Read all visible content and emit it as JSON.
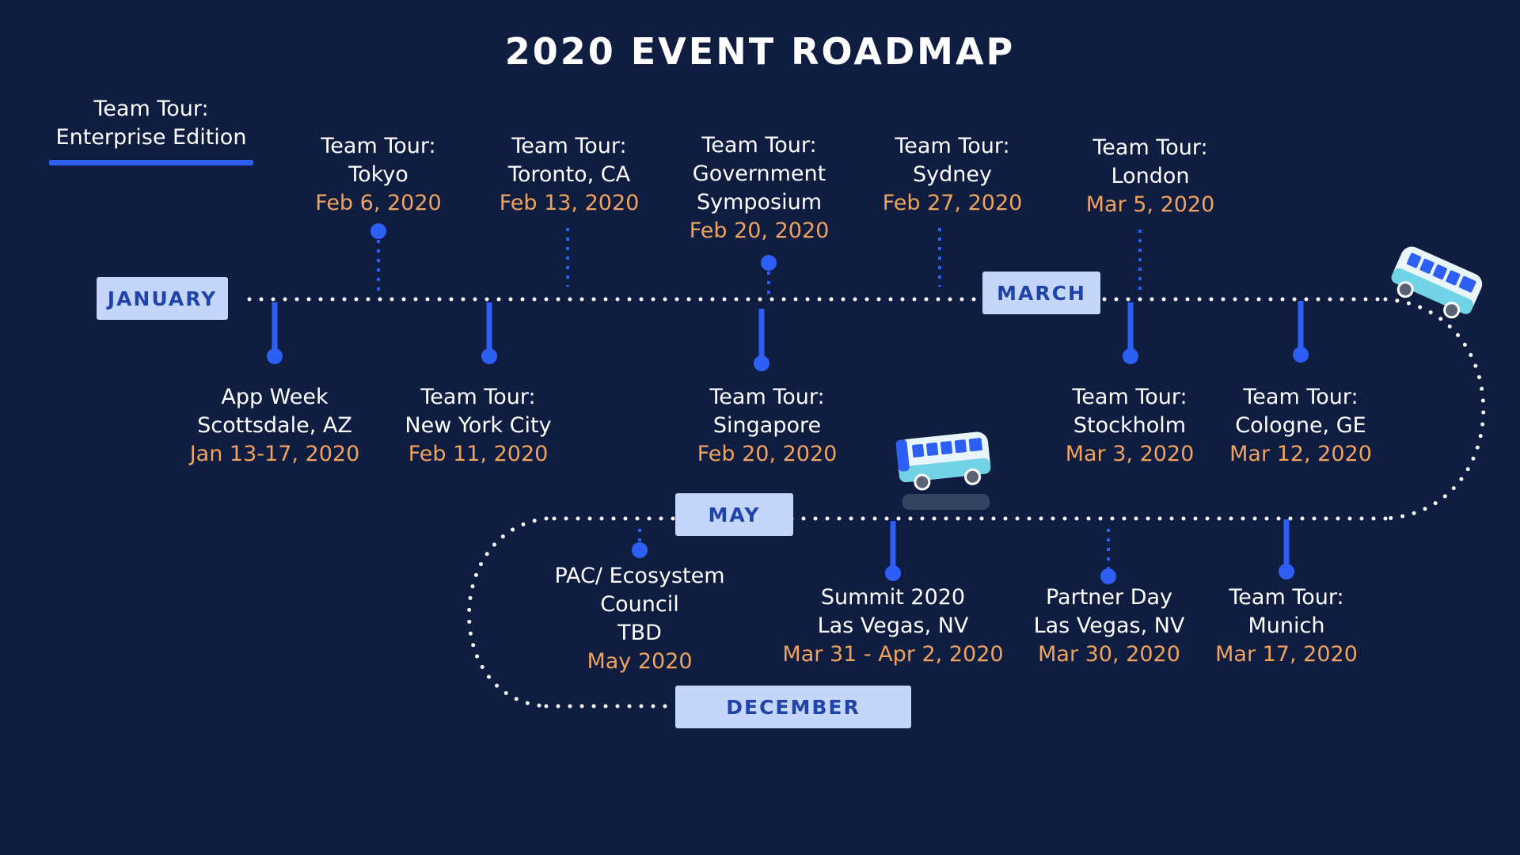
{
  "title": "2020 EVENT ROADMAP",
  "legend": {
    "line1": "Team Tour:",
    "line2": "Enterprise Edition"
  },
  "months": {
    "january": "JANUARY",
    "march": "MARCH",
    "may": "MAY",
    "december": "DECEMBER"
  },
  "events": {
    "tokyo": {
      "lines": [
        "Team Tour:",
        "Tokyo"
      ],
      "date": "Feb 6, 2020"
    },
    "toronto": {
      "lines": [
        "Team Tour:",
        "Toronto, CA"
      ],
      "date": "Feb 13, 2020"
    },
    "government": {
      "lines": [
        "Team Tour:",
        "Government",
        "Symposium"
      ],
      "date": "Feb 20, 2020"
    },
    "sydney": {
      "lines": [
        "Team Tour:",
        "Sydney"
      ],
      "date": "Feb 27, 2020"
    },
    "london": {
      "lines": [
        "Team Tour:",
        "London"
      ],
      "date": "Mar 5, 2020"
    },
    "app_week": {
      "lines": [
        "App Week",
        "Scottsdale, AZ"
      ],
      "date": "Jan 13-17, 2020"
    },
    "new_york": {
      "lines": [
        "Team Tour:",
        "New York City"
      ],
      "date": "Feb 11, 2020"
    },
    "singapore": {
      "lines": [
        "Team Tour:",
        "Singapore"
      ],
      "date": "Feb 20, 2020"
    },
    "stockholm": {
      "lines": [
        "Team Tour:",
        "Stockholm"
      ],
      "date": "Mar 3, 2020"
    },
    "cologne": {
      "lines": [
        "Team Tour:",
        "Cologne, GE"
      ],
      "date": "Mar 12, 2020"
    },
    "pac": {
      "lines": [
        "PAC/ Ecosystem",
        "Council",
        "TBD"
      ],
      "date": "May 2020"
    },
    "summit": {
      "lines": [
        "Summit 2020",
        "Las Vegas, NV"
      ],
      "date": "Mar 31 - Apr 2, 2020"
    },
    "partner_day": {
      "lines": [
        "Partner Day",
        "Las Vegas, NV"
      ],
      "date": "Mar 30, 2020"
    },
    "munich": {
      "lines": [
        "Team Tour:",
        "Munich"
      ],
      "date": "Mar 17, 2020"
    }
  },
  "icons": {
    "bus": "bus-icon"
  },
  "colors": {
    "background": "#0e1d40",
    "accent": "#2d5ff5",
    "date": "#f0a35e",
    "month_badge": "#c4d7fb",
    "month_text": "#1f43a8"
  }
}
